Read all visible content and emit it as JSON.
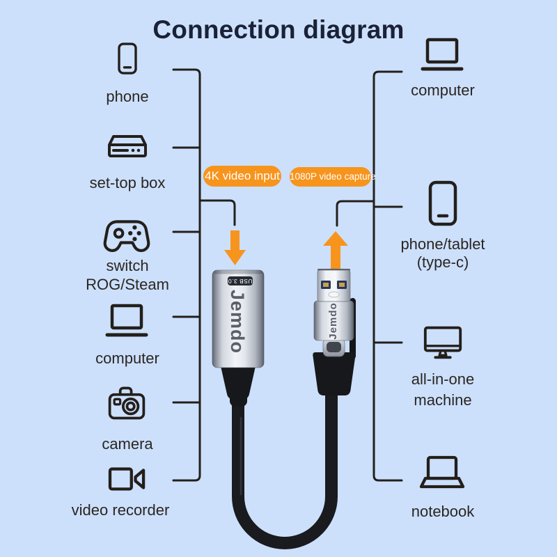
{
  "title": "Connection diagram",
  "colors": {
    "background": "#cce0fc",
    "accent_orange": "#f7941d",
    "line_dark": "#241f1b",
    "badge_text": "#ffffff"
  },
  "left_column": {
    "items": [
      {
        "icon": "phone-icon",
        "label": "phone"
      },
      {
        "icon": "set-top-box-icon",
        "label": "set-top box"
      },
      {
        "icon": "gamepad-icon",
        "label": "switch",
        "label2": "ROG/Steam"
      },
      {
        "icon": "laptop-icon",
        "label": "computer"
      },
      {
        "icon": "camera-icon",
        "label": "camera"
      },
      {
        "icon": "video-recorder-icon",
        "label": "video recorder"
      }
    ]
  },
  "right_column": {
    "items": [
      {
        "icon": "laptop-icon",
        "label": "computer"
      },
      {
        "icon": "tablet-icon",
        "label": "phone/tablet",
        "label2": "(type-c)"
      },
      {
        "icon": "monitor-icon",
        "label": "all-in-one",
        "label2": "machine"
      },
      {
        "icon": "notebook-icon",
        "label": "notebook"
      }
    ]
  },
  "badges": {
    "input": "4K video input",
    "output": "1080P video capture"
  },
  "product": {
    "brand": "Jemdo",
    "brand_connector": "Jemdo",
    "port_label": "USB 3.0"
  }
}
